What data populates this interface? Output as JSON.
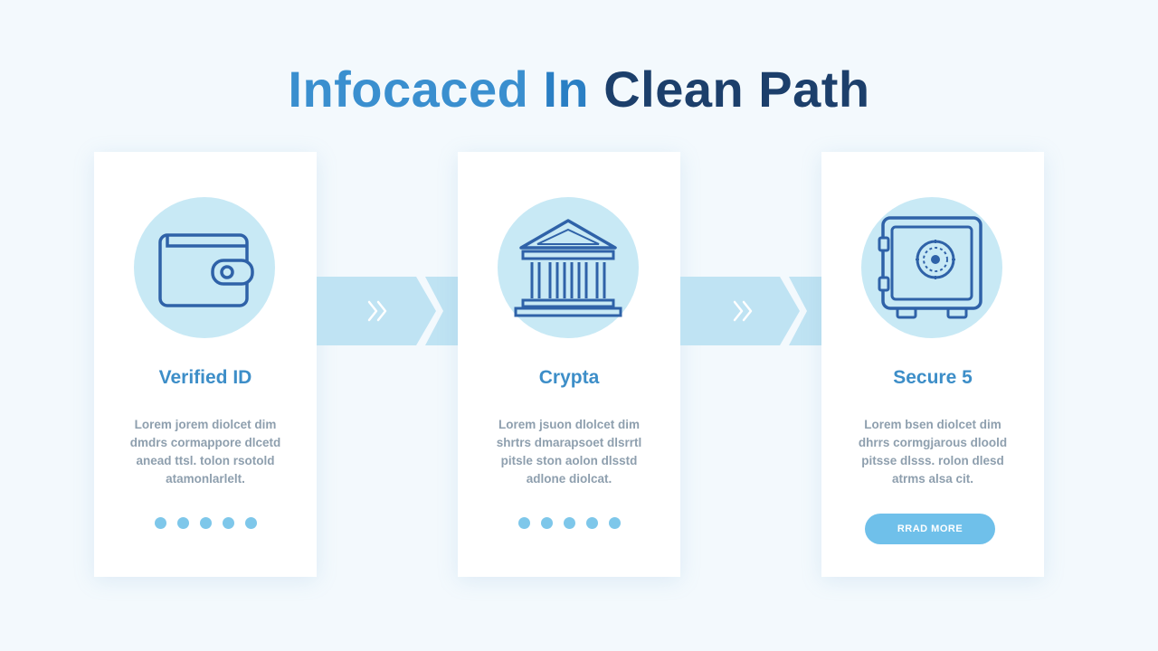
{
  "title": {
    "part1": "Infocaced",
    "part2": "In",
    "part3": "Clean Path"
  },
  "cards": [
    {
      "icon": "wallet-icon",
      "title": "Verified ID",
      "text": "Lorem jorem diolcet dim dmdrs cormappore dlcetd anead  ttsl. tolon rsotold atamonlarlelt.",
      "footer": "pagination-dots",
      "dot_count": 5
    },
    {
      "icon": "bank-icon",
      "title": "Crypta",
      "text": "Lorem jsuon dlolcet dim shrtrs dmarapsoet dlsrrtl pitsle ston aolon dlsstd adlone diolcat.",
      "footer": "pagination-dots",
      "dot_count": 5
    },
    {
      "icon": "safe-icon",
      "title": "Secure 5",
      "text": "Lorem bsen diolcet dim dhrrs cormgjarous dloold pitsse dlsss. rolon dlesd atrms alsa cit.",
      "footer": "button",
      "button_label": "RRAD MORE"
    }
  ],
  "colors": {
    "background": "#f3f9fd",
    "card": "#ffffff",
    "icon_circle": "#c8e9f5",
    "icon_stroke": "#2f62a8",
    "accent": "#3d8ec8",
    "dots": "#7ec7ea",
    "connector": "#bfe3f3",
    "title_dark": "#1c3f6b"
  }
}
